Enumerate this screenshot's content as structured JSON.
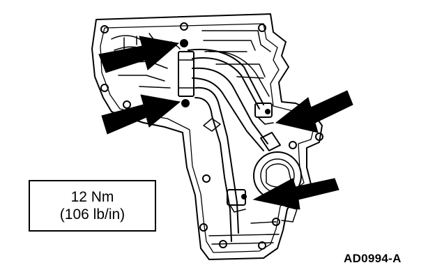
{
  "torque_spec": {
    "metric": "12 Nm",
    "imperial": "(106 lb/in)"
  },
  "figure_id": "AD0994-A",
  "colors": {
    "ink": "#000000",
    "paper": "#ffffff"
  },
  "callouts": [
    {
      "name": "arrow-top-left-fastener",
      "direction": "right"
    },
    {
      "name": "arrow-mid-left-fastener",
      "direction": "right"
    },
    {
      "name": "arrow-upper-right-clip",
      "direction": "left"
    },
    {
      "name": "arrow-lower-right-clip",
      "direction": "left"
    }
  ]
}
